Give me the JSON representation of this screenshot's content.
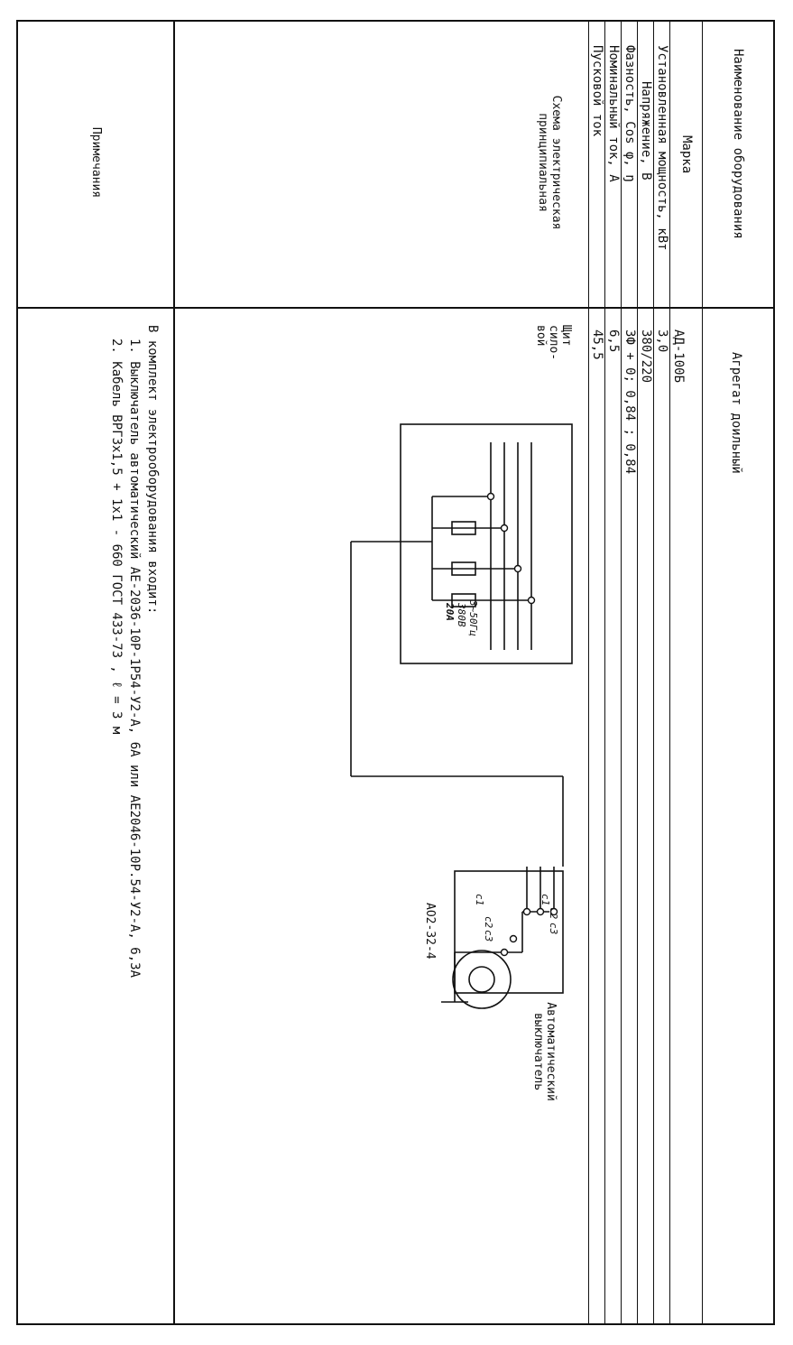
{
  "table": {
    "rows": [
      {
        "label": "Наименование оборудования",
        "value": "Агрегат доильный"
      },
      {
        "label": "Марка",
        "value": "АД-100Б"
      },
      {
        "label": "Установленная мощность, кВт",
        "value": "3,0"
      },
      {
        "label": "Напряжение, В",
        "value": "380/220"
      },
      {
        "label": "Фазность, Cos φ, ŋ",
        "value": "3Ф + 0; 0,84 ; 0,84"
      },
      {
        "label": "Номинальный ток, А",
        "value": "6,5"
      },
      {
        "label": "Пусковой ток",
        "value": "45,5"
      }
    ],
    "schema_title": "Схема электрическая принципиальная",
    "notes_title": "Примечания"
  },
  "schema": {
    "panel_label": "Щит сило-вой",
    "supply_label": "3~50Гц",
    "voltage_label": "380В",
    "fuse_label": "20А",
    "breaker_label": "Автоматический выключатель",
    "motor_label": "АО2-32-4",
    "terminals": [
      "с1",
      "с2",
      "с3"
    ],
    "motor_terminals": [
      "с1",
      "с2",
      "с3"
    ]
  },
  "notes": {
    "intro": "В комплект электрооборудования входит:",
    "items": [
      "1. Выключатель автоматический АЕ-2036-10Р-1Р54-У2-А, 6А или АЕ2046-10Р.54-У2-А, 6,3А",
      "2. Кабель ВРГ3х1,5 + 1х1 - 660  ГОСТ 433-73 ,  ℓ = 3 м"
    ]
  }
}
